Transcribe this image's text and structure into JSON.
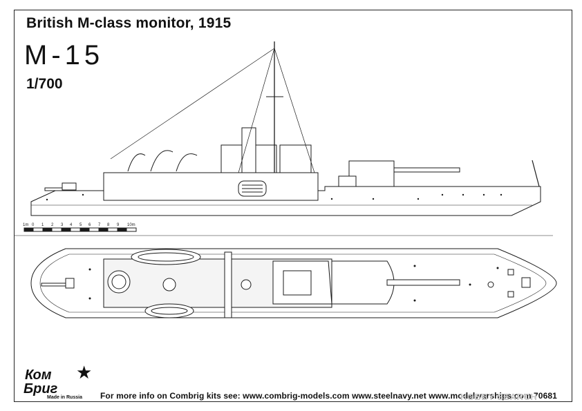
{
  "sheet": {
    "title": "British M-class monitor, 1915",
    "ship_name": "M-15",
    "scale": "1/700"
  },
  "scale_bar": {
    "labels": [
      "1m",
      "0",
      "1",
      "2",
      "3",
      "4",
      "5",
      "6",
      "7",
      "8",
      "9",
      "10m"
    ]
  },
  "logo": {
    "line1": "Ком",
    "line2": "Бриг",
    "subtitle": "Made in Russia"
  },
  "footer": {
    "text": "For more info on Combrig kits see: www.combrig-models.com www.steelnavy.net  www.modelwarships.com  70681"
  },
  "watermark": {
    "text": "HOBBY SEARCH"
  },
  "colors": {
    "line": "#1a1a1a",
    "deck_fill": "#f4f4f4"
  }
}
